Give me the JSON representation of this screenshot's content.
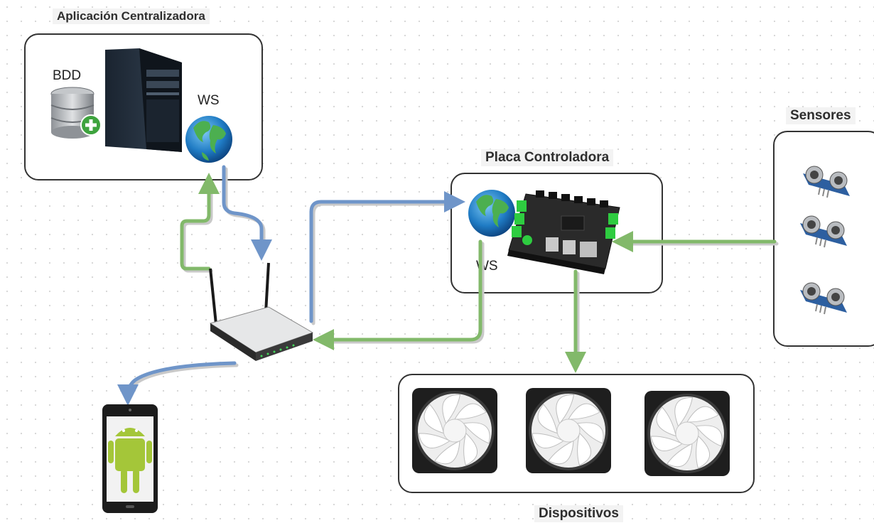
{
  "groups": {
    "central": {
      "title": "Aplicación Centralizadora",
      "bdd_label": "BDD",
      "ws_label": "WS"
    },
    "controller": {
      "title": "Placa Controladora",
      "ws_label": "WS"
    },
    "sensors": {
      "title": "Sensores"
    },
    "devices": {
      "title": "Dispositivos"
    }
  },
  "colors": {
    "blue_arrow": "#6f95c9",
    "green_arrow": "#82b96a",
    "box_border": "#333333"
  }
}
